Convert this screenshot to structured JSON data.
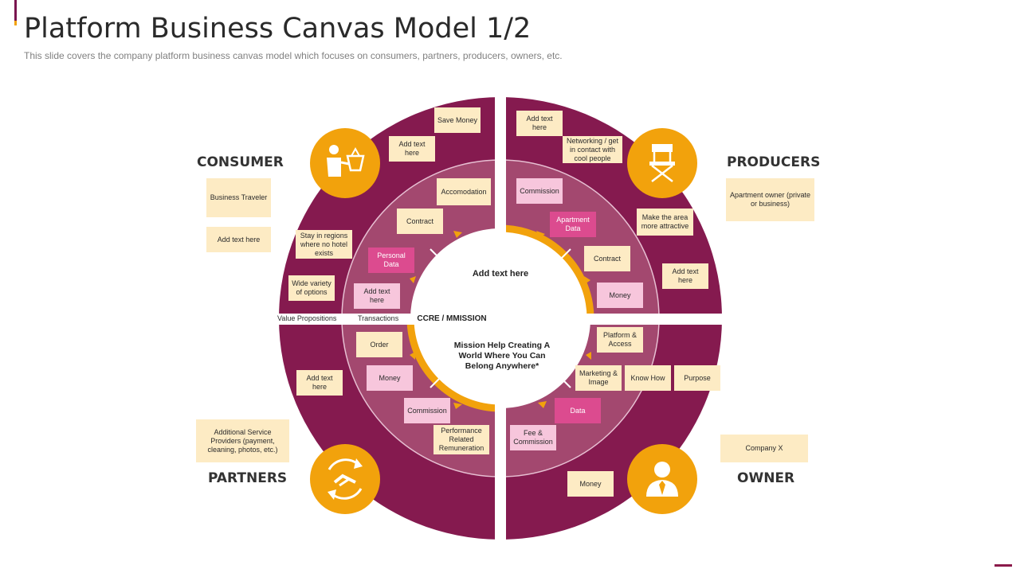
{
  "title": "Platform Business Canvas Model 1/2",
  "subtitle": "This slide covers the company platform business canvas model which focuses on consumers, partners, producers, owners, etc.",
  "colors": {
    "outer_ring": "#851a4f",
    "inner_ring": "#a3486f",
    "accent": "#f2a20c",
    "cream": "#fdebc4",
    "light_pink": "#f7c6dc",
    "magenta": "#dc4b8f"
  },
  "center": {
    "top_text": "Add text here",
    "label": "CCRE / MMISSION",
    "mission": "Mission Help Creating A World Where You Can Belong Anywhere*"
  },
  "ring_labels": {
    "value_propositions": "Value Propositions",
    "transactions": "Transactions"
  },
  "sections": {
    "consumer": {
      "heading": "CONSUMER",
      "icon": "shopping-basket-person-icon",
      "side": [
        "Business Traveler",
        "Add text here"
      ],
      "outer": [
        "Save Money",
        "Add text here",
        "Stay in regions where no hotel exists",
        "Wide variety of options"
      ],
      "inner": [
        "Accomodation",
        "Contract",
        "Personal Data",
        "Add text here"
      ]
    },
    "producers": {
      "heading": "PRODUCERS",
      "icon": "director-chair-icon",
      "side": [
        "Apartment owner (private or business)"
      ],
      "outer": [
        "Add text here",
        "Networking / get in contact with cool people",
        "Make the area more attractive",
        "Add text here"
      ],
      "inner": [
        "Commission",
        "Apartment Data",
        "Contract",
        "Money"
      ]
    },
    "partners": {
      "heading": "PARTNERS",
      "icon": "handshake-cycle-icon",
      "side": [
        "Additional Service Providers (payment, cleaning, photos, etc.)"
      ],
      "outer": [
        "Add text here"
      ],
      "inner": [
        "Order",
        "Money",
        "Commission",
        "Performance Related Remuneration"
      ]
    },
    "owner": {
      "heading": "OWNER",
      "icon": "businessman-icon",
      "side": [
        "Company X"
      ],
      "outer": [
        "Purpose",
        "Money"
      ],
      "inner": [
        "Platform & Access",
        "Marketing & Image",
        "Know How",
        "Data",
        "Fee & Commission"
      ]
    }
  }
}
